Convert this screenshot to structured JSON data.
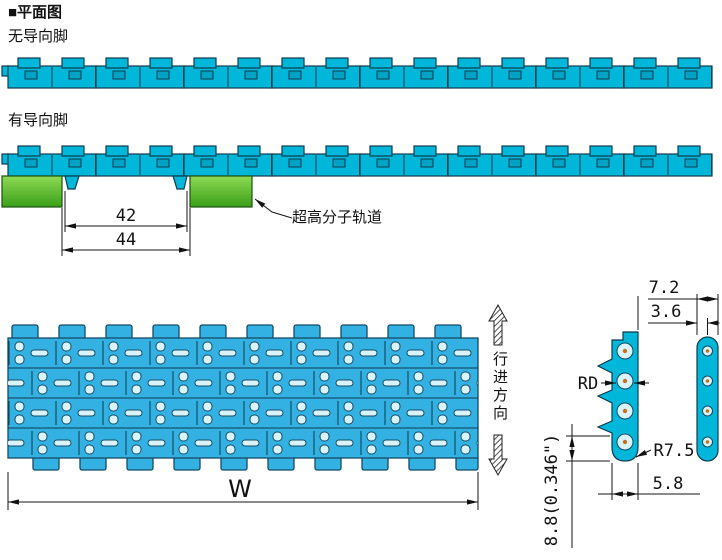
{
  "title": "■平面图",
  "profiles": {
    "no_guide_label": "无导向脚",
    "with_guide_label": "有导向脚",
    "track_label": "超高分子轨道",
    "dim_inner": "42",
    "dim_outer": "44"
  },
  "top_view": {
    "width_label": "W",
    "direction_label": "行进方向"
  },
  "detail": {
    "dim_top_pitch": "7.2",
    "dim_half_pitch": "3.6",
    "rod_label": "RD",
    "radius_label": "R7.5",
    "dim_thickness": "5.8",
    "dim_height": "8.8(0.346\")"
  },
  "colors": {
    "belt_cyan": "#00b7da",
    "belt_blue": "#33b1e2",
    "track_green": "#55b82e",
    "outline": "#0d3b4d",
    "pin_dot": "#c2731f"
  }
}
